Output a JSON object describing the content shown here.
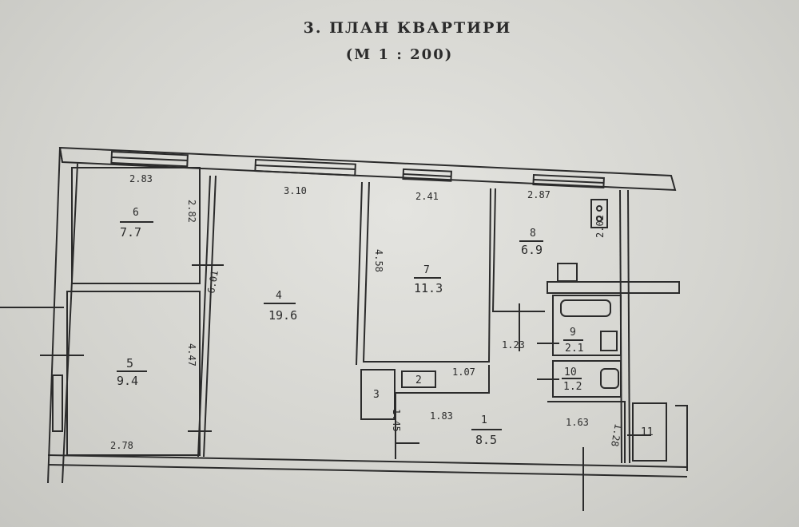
{
  "title": "3. ПЛАН КВАРТИРИ",
  "scale": "(М 1 : 200)",
  "rooms": [
    {
      "number": "6",
      "area": "7.7"
    },
    {
      "number": "5",
      "area": "9.4"
    },
    {
      "number": "4",
      "area": "19.6"
    },
    {
      "number": "7",
      "area": "11.3"
    },
    {
      "number": "8",
      "area": "6.9"
    },
    {
      "number": "9",
      "area": "2.1"
    },
    {
      "number": "10",
      "area": "1.2"
    },
    {
      "number": "1",
      "area": "8.5"
    },
    {
      "number": "2"
    },
    {
      "number": "3"
    },
    {
      "number": "11"
    }
  ],
  "dimensions": {
    "room6_width": "2.83",
    "room6_depth": "2.82",
    "room4_width": "3.10",
    "room4_depth": "6.01",
    "room5_depth": "4.47",
    "room5_width": "2.78",
    "room7_width": "2.41",
    "room7_depth": "4.58",
    "room8_width": "2.87",
    "room8_depth": "2.02",
    "hall_a": "1.23",
    "hall_b": "1.07",
    "hall_c": "1.83",
    "hall_d": "1.45",
    "hall_e": "1.63",
    "hall_f": "1.28"
  }
}
